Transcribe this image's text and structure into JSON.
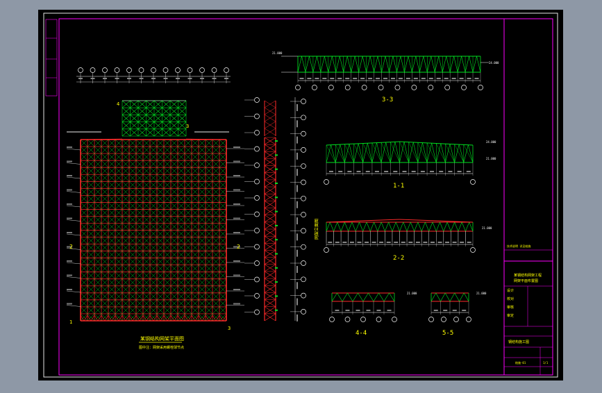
{
  "colors": {
    "background": "#8e98a6",
    "paper": "#000000",
    "frame": "#e6e6e6",
    "border": "#ff00ff",
    "truss_red": "#ff2a2a",
    "truss_green": "#00e020",
    "annotation": "#ffffff",
    "title_text": "#ffff00",
    "axis_bubble": "#ffffff"
  },
  "plan": {
    "title": "某钢结构网架平面图",
    "note": "图中注：网架采用螺栓球节点",
    "axis_left_label": "2",
    "axis_right_label": "2",
    "section_mark_top": "4",
    "section_mark_low": "3",
    "section_mark_bottom": "3",
    "corner_label": "1"
  },
  "sections": {
    "s33_label": "3-3",
    "s11_label": "1-1",
    "s22_label": "2-2",
    "s44_label": "4-4",
    "s55_label": "5-5"
  },
  "elevations": {
    "s33_level_top": "21.000",
    "s33_level_right": "24.000",
    "s11_level_right": "24.000",
    "s11_level_low": "21.000",
    "s22_level": "21.000",
    "s44_level": "21.000",
    "s55_level": "21.000"
  },
  "vertical_strip": {
    "label": "网架立面图"
  },
  "title_block": {
    "header": "某钢结构网架工程",
    "drawing_name": "网架平面布置图",
    "row1": "设计",
    "row2": "校对",
    "row3": "审核",
    "row4": "审定",
    "drawing_no": "结施-01",
    "sheet": "1/1",
    "footer": "钢结构施工图"
  }
}
